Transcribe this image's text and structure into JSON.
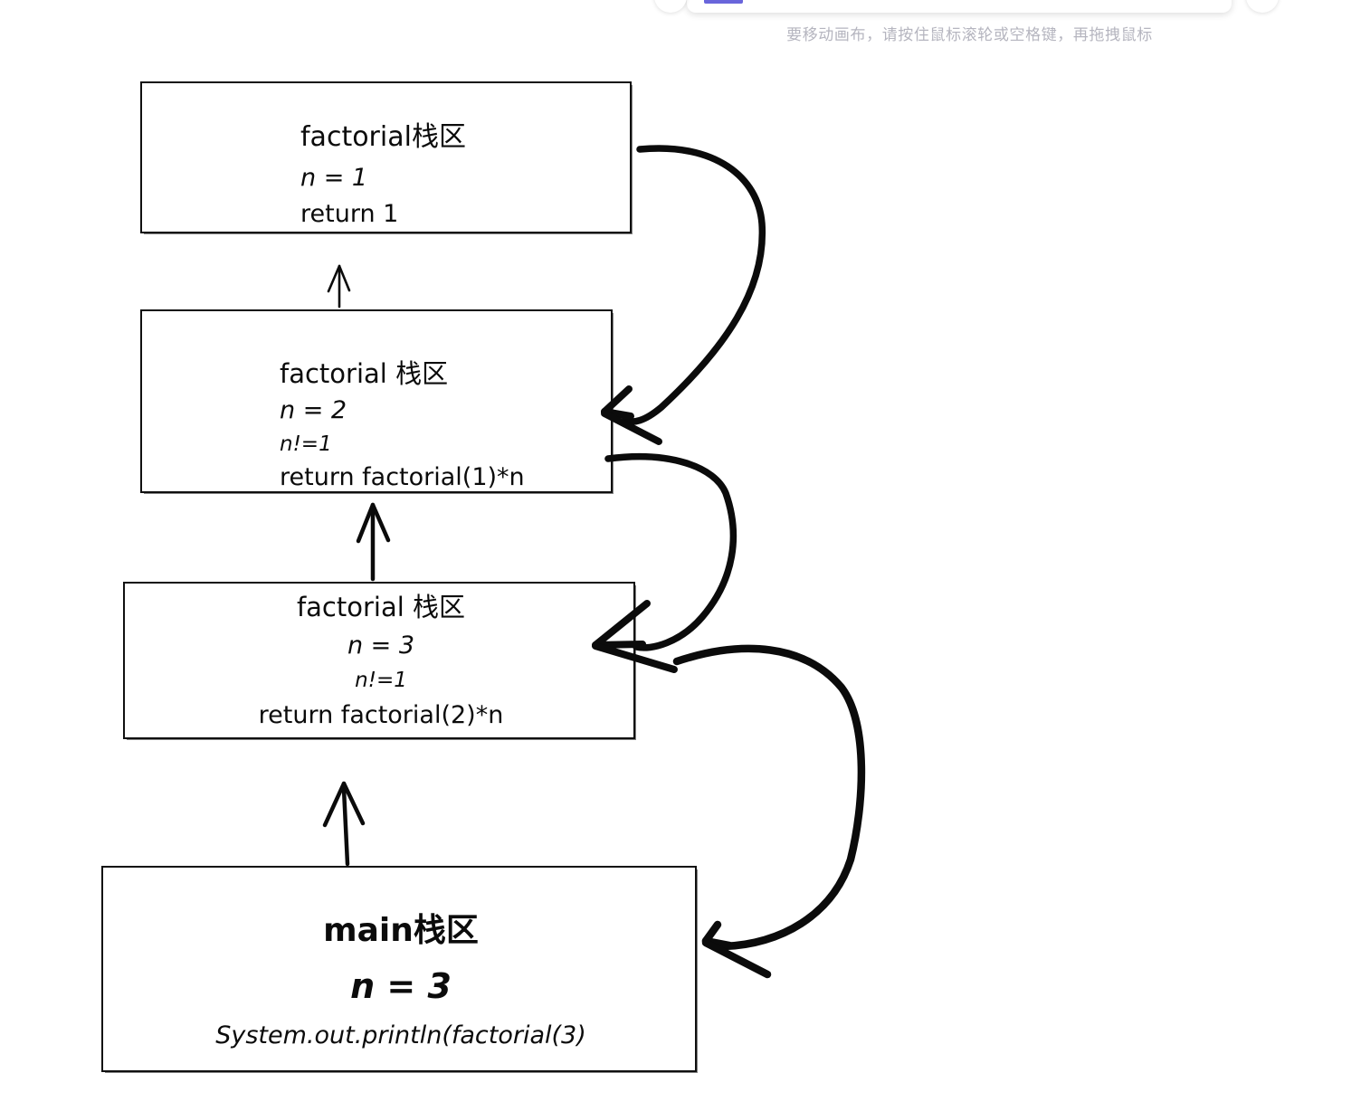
{
  "app": {
    "hint_text": "要移动画布，请按住鼠标滚轮或空格键，再拖拽鼠标",
    "hint_color": "#b5b5bf",
    "accent_color": "#6965db",
    "canvas_background": "#ffffff",
    "stroke_color": "#101010"
  },
  "toolbar": {
    "active_tool_indicator": "",
    "left_chip_label": "",
    "right_chip_label": ""
  },
  "diagram": {
    "title": "recursive factorial call stack",
    "boxes": [
      {
        "name": "factorial-frame-1",
        "lines": [
          {
            "text": "factorial栈区",
            "role": "title"
          },
          {
            "text": "n = 1",
            "role": "variable"
          },
          {
            "text": "return 1",
            "role": "statement"
          }
        ]
      },
      {
        "name": "factorial-frame-2",
        "lines": [
          {
            "text": "factorial 栈区",
            "role": "title"
          },
          {
            "text": "n = 2",
            "role": "variable"
          },
          {
            "text": "n!=1",
            "role": "condition"
          },
          {
            "text": "return factorial(1)*n",
            "role": "statement"
          }
        ]
      },
      {
        "name": "factorial-frame-3",
        "lines": [
          {
            "text": "factorial 栈区",
            "role": "title"
          },
          {
            "text": "n = 3",
            "role": "variable"
          },
          {
            "text": "n!=1",
            "role": "condition"
          },
          {
            "text": "return factorial(2)*n",
            "role": "statement"
          }
        ]
      },
      {
        "name": "main-frame",
        "lines": [
          {
            "text": "main栈区",
            "role": "title"
          },
          {
            "text": "n = 3",
            "role": "variable"
          },
          {
            "text": "System.out.println(factorial(3)",
            "role": "statement"
          }
        ]
      }
    ],
    "arrows": [
      {
        "name": "call-arrow-main-to-f3",
        "direction": "up",
        "style": "straight"
      },
      {
        "name": "call-arrow-f3-to-f2",
        "direction": "up",
        "style": "straight"
      },
      {
        "name": "call-arrow-f2-to-f1",
        "direction": "up",
        "style": "straight"
      },
      {
        "name": "return-arrow-f1-to-f2",
        "direction": "curved-left",
        "style": "hand-drawn"
      },
      {
        "name": "return-arrow-f2-to-f3",
        "direction": "curved-left",
        "style": "hand-drawn"
      },
      {
        "name": "return-arrow-f3-to-main",
        "direction": "curved-left",
        "style": "hand-drawn"
      }
    ]
  }
}
